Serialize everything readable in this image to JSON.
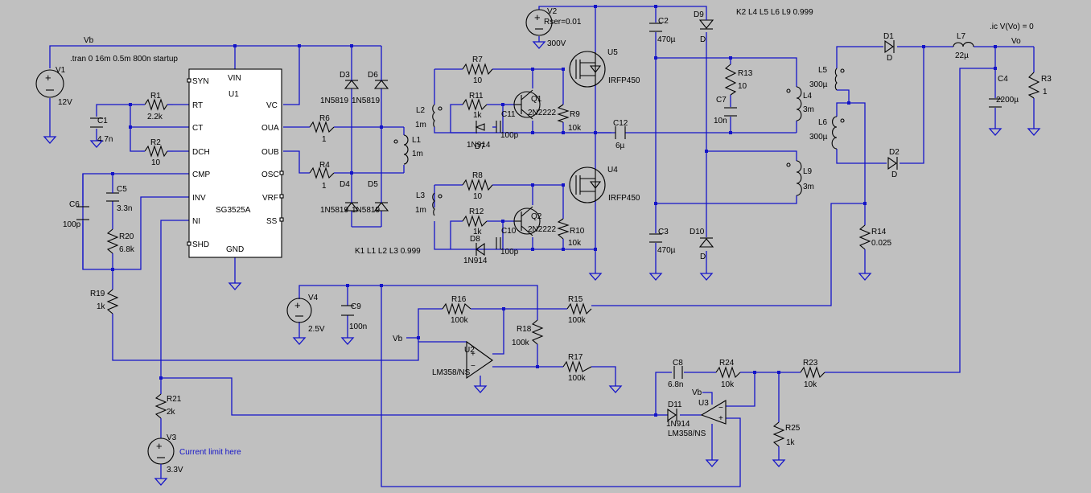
{
  "directives": {
    "tran": ".tran 0 16m 0.5m 800n startup",
    "coupling1": "K1 L1 L2 L3 0.999",
    "coupling2": "K2 L4 L5 L6 L9 0.999",
    "ic": ".ic V(Vo) = 0"
  },
  "nets": {
    "vb": "Vb",
    "vo": "Vo",
    "vb_u2": "Vb",
    "vb_u3": "Vb"
  },
  "u1": {
    "ref": "U1",
    "part": "SG3525A",
    "pins": {
      "syn": "SYN",
      "rt": "RT",
      "ct": "CT",
      "dch": "DCH",
      "cmp": "CMP",
      "inv": "INV",
      "ni": "NI",
      "shd": "SHD",
      "vin": "VIN",
      "vc": "VC",
      "oua": "OUA",
      "oub": "OUB",
      "osc": "OSC",
      "vrf": "VRF",
      "ss": "SS",
      "gnd": "GND"
    }
  },
  "components": {
    "V1": {
      "name": "V1",
      "value": "12V"
    },
    "V2": {
      "name": "V2",
      "value": "300V",
      "extra": "Rser=0.01"
    },
    "V3": {
      "name": "V3",
      "value": "3.3V",
      "note": "Current limit here"
    },
    "V4": {
      "name": "V4",
      "value": "2.5V"
    },
    "R1": {
      "name": "R1",
      "value": "2.2k"
    },
    "R2": {
      "name": "R2",
      "value": "10"
    },
    "R3": {
      "name": "R3",
      "value": "1"
    },
    "R4": {
      "name": "R4",
      "value": "1"
    },
    "R6": {
      "name": "R6",
      "value": "1"
    },
    "R7": {
      "name": "R7",
      "value": "10"
    },
    "R8": {
      "name": "R8",
      "value": "10"
    },
    "R9": {
      "name": "R9",
      "value": "10k"
    },
    "R10": {
      "name": "R10",
      "value": "10k"
    },
    "R11": {
      "name": "R11",
      "value": "1k"
    },
    "R12": {
      "name": "R12",
      "value": "1k"
    },
    "R13": {
      "name": "R13",
      "value": "10"
    },
    "R14": {
      "name": "R14",
      "value": "0.025"
    },
    "R15": {
      "name": "R15",
      "value": "100k"
    },
    "R16": {
      "name": "R16",
      "value": "100k"
    },
    "R17": {
      "name": "R17",
      "value": "100k"
    },
    "R18": {
      "name": "R18",
      "value": "100k"
    },
    "R19": {
      "name": "R19",
      "value": "1k"
    },
    "R20": {
      "name": "R20",
      "value": "6.8k"
    },
    "R21": {
      "name": "R21",
      "value": "2k"
    },
    "R23": {
      "name": "R23",
      "value": "10k"
    },
    "R24": {
      "name": "R24",
      "value": "10k"
    },
    "R25": {
      "name": "R25",
      "value": "1k"
    },
    "C1": {
      "name": "C1",
      "value": "4.7n"
    },
    "C2": {
      "name": "C2",
      "value": "470µ"
    },
    "C3": {
      "name": "C3",
      "value": "470µ"
    },
    "C4": {
      "name": "C4",
      "value": "2200µ"
    },
    "C5": {
      "name": "C5",
      "value": "3.3n"
    },
    "C6": {
      "name": "C6",
      "value": "100p"
    },
    "C7": {
      "name": "C7",
      "value": "10n"
    },
    "C8": {
      "name": "C8",
      "value": "6.8n"
    },
    "C9": {
      "name": "C9",
      "value": "100n"
    },
    "C10": {
      "name": "C10",
      "value": "100p"
    },
    "C11": {
      "name": "C11",
      "value": "100p"
    },
    "C12": {
      "name": "C12",
      "value": "6µ"
    },
    "L1": {
      "name": "L1",
      "value": "1m"
    },
    "L2": {
      "name": "L2",
      "value": "1m"
    },
    "L3": {
      "name": "L3",
      "value": "1m"
    },
    "L4": {
      "name": "L4",
      "value": "3m"
    },
    "L5": {
      "name": "L5",
      "value": "300µ"
    },
    "L6": {
      "name": "L6",
      "value": "300µ"
    },
    "L7": {
      "name": "L7",
      "value": "22µ"
    },
    "L9": {
      "name": "L9",
      "value": "3m"
    },
    "D1": {
      "name": "D1",
      "value": "D"
    },
    "D2": {
      "name": "D2",
      "value": "D"
    },
    "D3": {
      "name": "D3",
      "value": "1N5819"
    },
    "D4": {
      "name": "D4",
      "value": "1N5819"
    },
    "D5": {
      "name": "D5",
      "value": "1N5819"
    },
    "D6": {
      "name": "D6",
      "value": "1N5819"
    },
    "D7": {
      "name": "D7",
      "value": "1N914"
    },
    "D8": {
      "name": "D8",
      "value": "1N914"
    },
    "D9": {
      "name": "D9",
      "value": "D"
    },
    "D10": {
      "name": "D10",
      "value": "D"
    },
    "D11": {
      "name": "D11",
      "value": "1N914"
    },
    "Q1": {
      "name": "Q1",
      "value": "2N2222"
    },
    "Q2": {
      "name": "Q2",
      "value": "2N2222"
    },
    "U2": {
      "name": "U2",
      "value": "LM358/NS"
    },
    "U3": {
      "name": "U3",
      "value": "LM358/NS"
    },
    "U4": {
      "name": "U4",
      "value": "IRFP450"
    },
    "U5": {
      "name": "U5",
      "value": "IRFP450"
    }
  }
}
